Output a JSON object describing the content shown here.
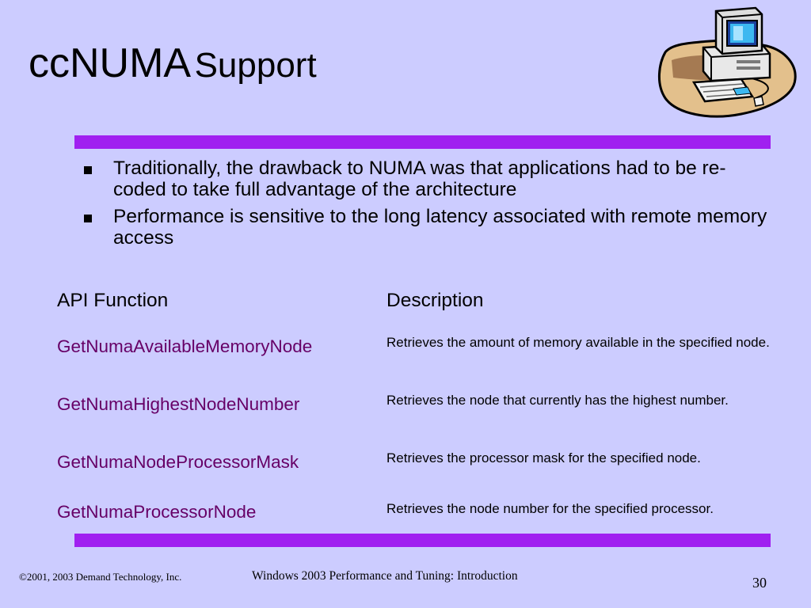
{
  "slide": {
    "title_main": "ccNUMA",
    "title_sub": "Support",
    "bullets": [
      "Traditionally, the drawback to NUMA was that applications had to be re-coded to take full advantage of the architecture",
      "Performance is sensitive to the long latency associated with remote memory access"
    ],
    "table": {
      "headers": [
        "API Function",
        "Description"
      ],
      "rows": [
        {
          "function": "GetNumaAvailableMemoryNode",
          "description": "Retrieves the amount of memory available in the specified node."
        },
        {
          "function": "GetNumaHighestNodeNumber",
          "description": "Retrieves the node that currently has the highest number."
        },
        {
          "function": "GetNumaNodeProcessorMask",
          "description": "Retrieves the processor mask for the specified node."
        },
        {
          "function": "GetNumaProcessorNode",
          "description": "Retrieves the node number for the specified processor."
        }
      ]
    },
    "clipart_icon": "desktop-computer-icon"
  },
  "footer": {
    "copyright": "©2001, 2003 Demand Technology, Inc.",
    "course_title": "Windows 2003 Performance and Tuning: Introduction",
    "page_number": "30"
  },
  "colors": {
    "background": "#ccccff",
    "rule": "#a020f0",
    "function_text": "#660066",
    "text": "#000000"
  }
}
